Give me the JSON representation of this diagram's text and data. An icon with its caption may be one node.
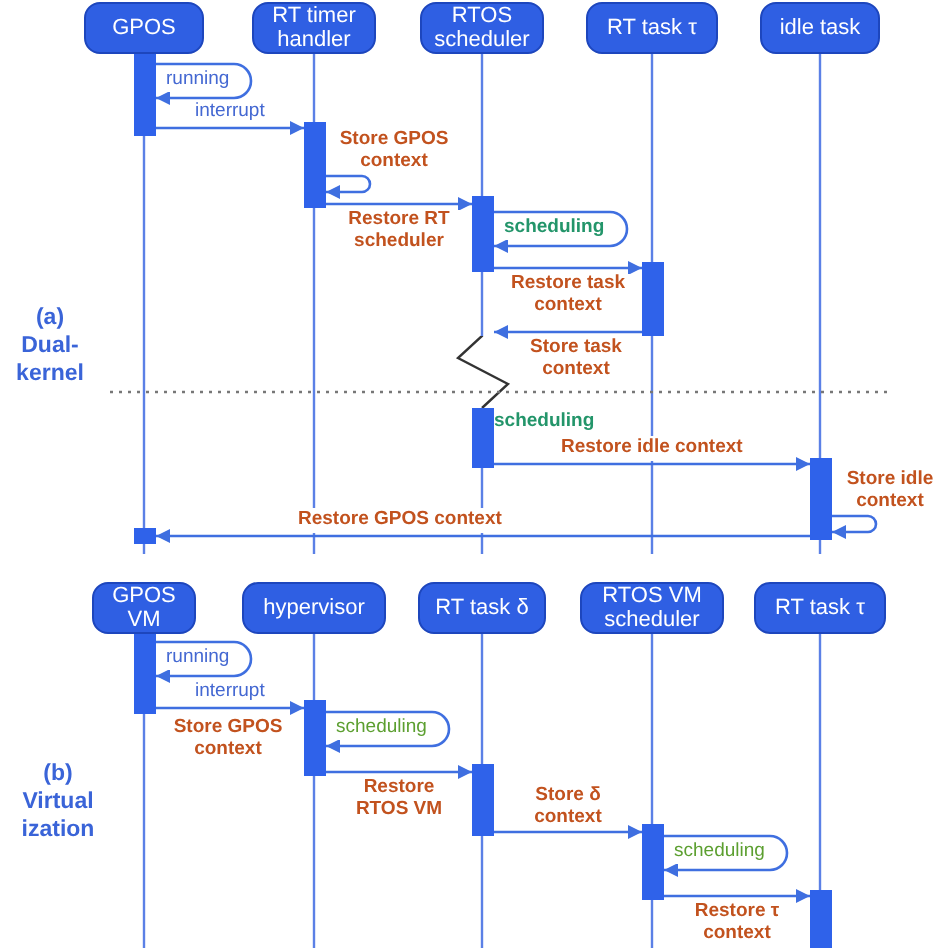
{
  "diagram": {
    "nodes": [
      {
        "text": [
          "GPOS"
        ]
      },
      {
        "text": [
          "RT timer handler"
        ]
      },
      {
        "text": [
          "RTOS scheduler"
        ]
      },
      {
        "text": [
          "RT task τ"
        ]
      },
      {
        "text": [
          "idle task"
        ]
      },
      {
        "text": [],
        "shape": "bar"
      },
      {
        "text": [],
        "shape": "bar"
      },
      {
        "text": [],
        "shape": "bar"
      },
      {
        "text": [],
        "shape": "bar"
      },
      {
        "text": [],
        "shape": "bar",
        "beside": [
          "scheduling"
        ]
      },
      {
        "text": [],
        "shape": "bar"
      },
      {
        "text": [],
        "shape": "bar"
      },
      {
        "text": [
          "GPOS VM"
        ]
      },
      {
        "text": [
          "hypervisor"
        ]
      },
      {
        "text": [
          "RT task δ"
        ]
      },
      {
        "text": [
          "RTOS VM scheduler"
        ]
      },
      {
        "text": [
          "RT task τ"
        ]
      },
      {
        "text": [],
        "shape": "bar"
      },
      {
        "text": [],
        "shape": "bar"
      },
      {
        "text": [],
        "shape": "bar"
      },
      {
        "text": [],
        "shape": "bar"
      },
      {
        "text": [],
        "shape": "bar"
      }
    ],
    "edges": [
      {
        "from": 5,
        "to": 5,
        "arrow": "to",
        "label": "running"
      },
      {
        "from": 5,
        "to": 6,
        "arrow": "to",
        "label": "interrupt"
      },
      {
        "from": 6,
        "to": 6,
        "arrow": "to",
        "label": "Store GPOS context"
      },
      {
        "from": 6,
        "to": 7,
        "arrow": "to",
        "label": "Restore RT scheduler"
      },
      {
        "from": 7,
        "to": 7,
        "arrow": "to",
        "label": "scheduling"
      },
      {
        "from": 7,
        "to": 8,
        "arrow": "to",
        "label": "Restore task context"
      },
      {
        "from": 8,
        "to": null,
        "arrow": "to",
        "label": "Store task context"
      },
      {
        "from": 9,
        "to": 10,
        "arrow": "to",
        "label": "Restore idle context"
      },
      {
        "from": 10,
        "to": 10,
        "arrow": "to",
        "label": "Store idle context"
      },
      {
        "from": 10,
        "to": 11,
        "arrow": "to",
        "label": "Restore GPOS context"
      },
      {
        "from": 17,
        "to": 17,
        "arrow": "to",
        "label": "running"
      },
      {
        "from": 17,
        "to": 18,
        "arrow": "to",
        "label": "interrupt"
      },
      {
        "from": 18,
        "to": 18,
        "arrow": "to",
        "label": "scheduling"
      },
      {
        "from": 18,
        "to": 19,
        "arrow": "to",
        "label": "Restore RTOS VM"
      },
      {
        "from": 19,
        "to": 20,
        "arrow": "to",
        "label": "Store δ context"
      },
      {
        "from": 20,
        "to": 20,
        "arrow": "to",
        "label": "scheduling"
      },
      {
        "from": 20,
        "to": 21,
        "arrow": "to",
        "label": "Restore τ context"
      },
      {
        "from": 5,
        "to": 11,
        "arrow": "none"
      },
      {
        "from": 11,
        "to": null,
        "arrow": "none"
      },
      {
        "from": 1,
        "to": 6,
        "arrow": "none"
      },
      {
        "from": 6,
        "to": null,
        "arrow": "none"
      },
      {
        "from": 2,
        "to": 7,
        "arrow": "none"
      },
      {
        "from": 7,
        "to": 9,
        "arrow": "none"
      },
      {
        "from": 9,
        "to": null,
        "arrow": "none"
      },
      {
        "from": 3,
        "to": 8,
        "arrow": "none"
      },
      {
        "from": 8,
        "to": null,
        "arrow": "none"
      },
      {
        "from": 4,
        "to": 10,
        "arrow": "none"
      },
      {
        "from": 10,
        "to": null,
        "arrow": "none"
      },
      {
        "from": 17,
        "to": null,
        "arrow": "none"
      },
      {
        "from": 13,
        "to": 18,
        "arrow": "none"
      },
      {
        "from": 18,
        "to": null,
        "arrow": "none"
      },
      {
        "from": 14,
        "to": 19,
        "arrow": "none"
      },
      {
        "from": 19,
        "to": null,
        "arrow": "none"
      },
      {
        "from": 15,
        "to": 20,
        "arrow": "none"
      },
      {
        "from": 20,
        "to": null,
        "arrow": "none"
      },
      {
        "from": 16,
        "to": 21,
        "arrow": "none"
      }
    ],
    "labels": [
      "(a) Dual-kernel",
      "Store GPOS context",
      "(b) Virtual ization"
    ]
  }
}
